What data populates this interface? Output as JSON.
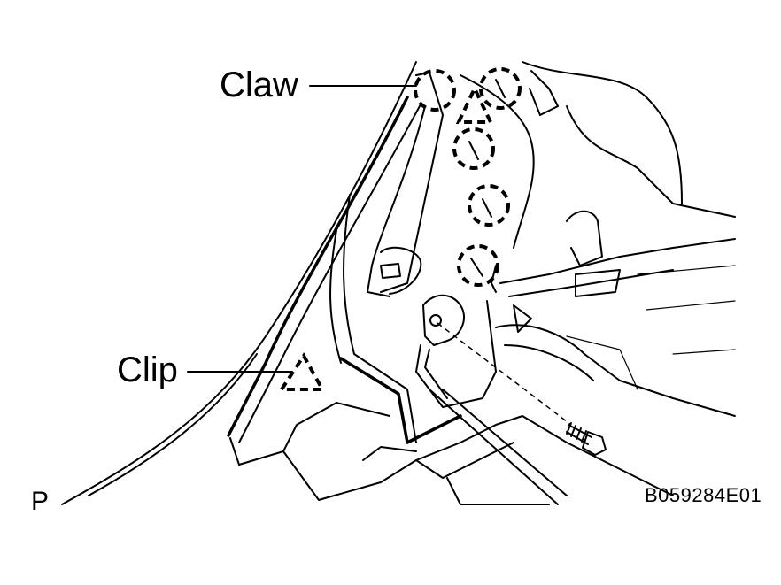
{
  "labels": {
    "claw": "Claw",
    "clip": "Clip",
    "corner": "P",
    "code": "B059284E01"
  },
  "colors": {
    "line": "#000000",
    "background": "#ffffff"
  },
  "icons": {
    "claw_marker": "dashed-circle",
    "clip_marker": "dashed-triangle",
    "fastener": "bolt-icon"
  }
}
